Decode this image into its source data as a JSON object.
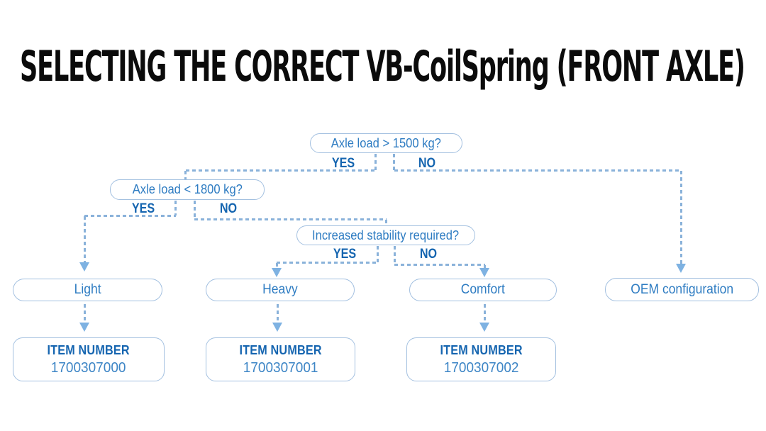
{
  "title": "SELECTING THE CORRECT VB-CoilSpring (FRONT AXLE)",
  "colors": {
    "border": "#a3c0e0",
    "question": "#2e7cc2",
    "bold": "#1565b0",
    "number": "#3e86c6",
    "dash": "#8ab2da",
    "arrow": "#7eb2e2",
    "title": "#0b0b0b"
  },
  "flow": {
    "decisions": [
      {
        "question": "Axle load > 1500 kg?",
        "yes": "YES",
        "no": "NO"
      },
      {
        "question": "Axle load < 1800 kg?",
        "yes": "YES",
        "no": "NO"
      },
      {
        "question": "Increased stability required?",
        "yes": "YES",
        "no": "NO"
      }
    ],
    "results": [
      {
        "label": "Light"
      },
      {
        "label": "Heavy"
      },
      {
        "label": "Comfort"
      },
      {
        "label": "OEM configuration"
      }
    ],
    "items": [
      {
        "heading": "ITEM NUMBER",
        "number": "1700307000"
      },
      {
        "heading": "ITEM NUMBER",
        "number": "1700307001"
      },
      {
        "heading": "ITEM NUMBER",
        "number": "1700307002"
      }
    ]
  }
}
